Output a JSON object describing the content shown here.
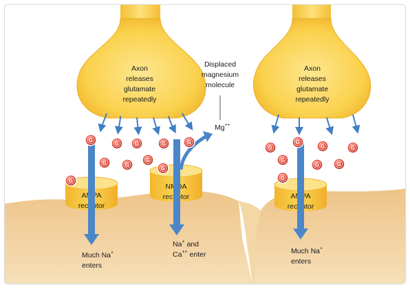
{
  "left": {
    "axon_lines": [
      "Axon",
      "releases",
      "glutamate",
      "repeatedly"
    ],
    "ampa_lines": [
      "AMPA",
      "receptor"
    ],
    "nmda_lines": [
      "NMDA",
      "receptor"
    ],
    "ampa_output": {
      "line1": "Much Na",
      "line1_sup": "+",
      "line2": "enters"
    },
    "nmda_output": {
      "l1a": "Na",
      "l1a_sup": "+",
      "l1b": " and",
      "l2a": "Ca",
      "l2a_sup": "++",
      "l2b": " enter"
    },
    "magnesium_label_lines": [
      "Displaced",
      "magnesium",
      "molecule"
    ],
    "mg_symbol": "Mg",
    "mg_sup": "++"
  },
  "right": {
    "axon_lines": [
      "Axon",
      "releases",
      "glutamate",
      "repeatedly"
    ],
    "ampa_lines": [
      "AMPA",
      "receptor"
    ],
    "ampa_output": {
      "line1": "Much Na",
      "line1_sup": "+",
      "line2": "enters"
    }
  },
  "glutamate_letter": "G",
  "icons": [
    "axon-terminal-shape",
    "glutamate-molecule-icon",
    "flow-arrow-icon",
    "receptor-cylinder-icon"
  ],
  "colors": {
    "axon_fill": "#fbd14b",
    "axon_edge": "#e6a820",
    "receptor_fill": "#f8c23c",
    "tissue": "#efc98f",
    "arrow": "#4a86c8",
    "glutamate": "#d23a2e"
  }
}
